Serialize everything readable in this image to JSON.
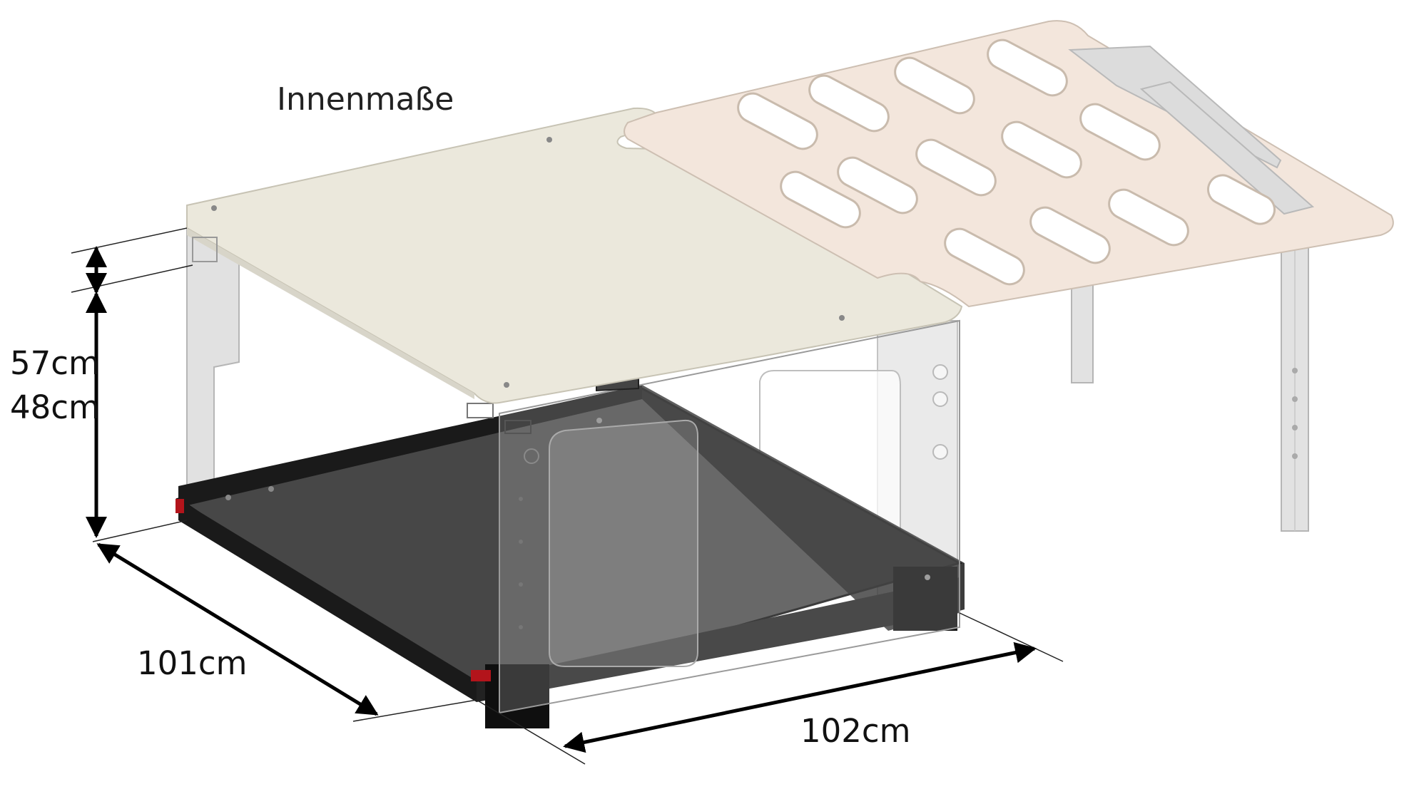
{
  "title": "Innenmaße",
  "dimensions": {
    "height_outer": "57cm",
    "height_inner": "48cm",
    "depth": "101cm",
    "width": "102cm"
  },
  "colors": {
    "top_board": "#ebe8dc",
    "extension_board": "#f3e6dc",
    "frame": "#dcdcdc",
    "drawer": "#1a1a1a",
    "drawer_floor": "#474747",
    "accent_red": "#b3141b",
    "arrow": "#000000"
  }
}
